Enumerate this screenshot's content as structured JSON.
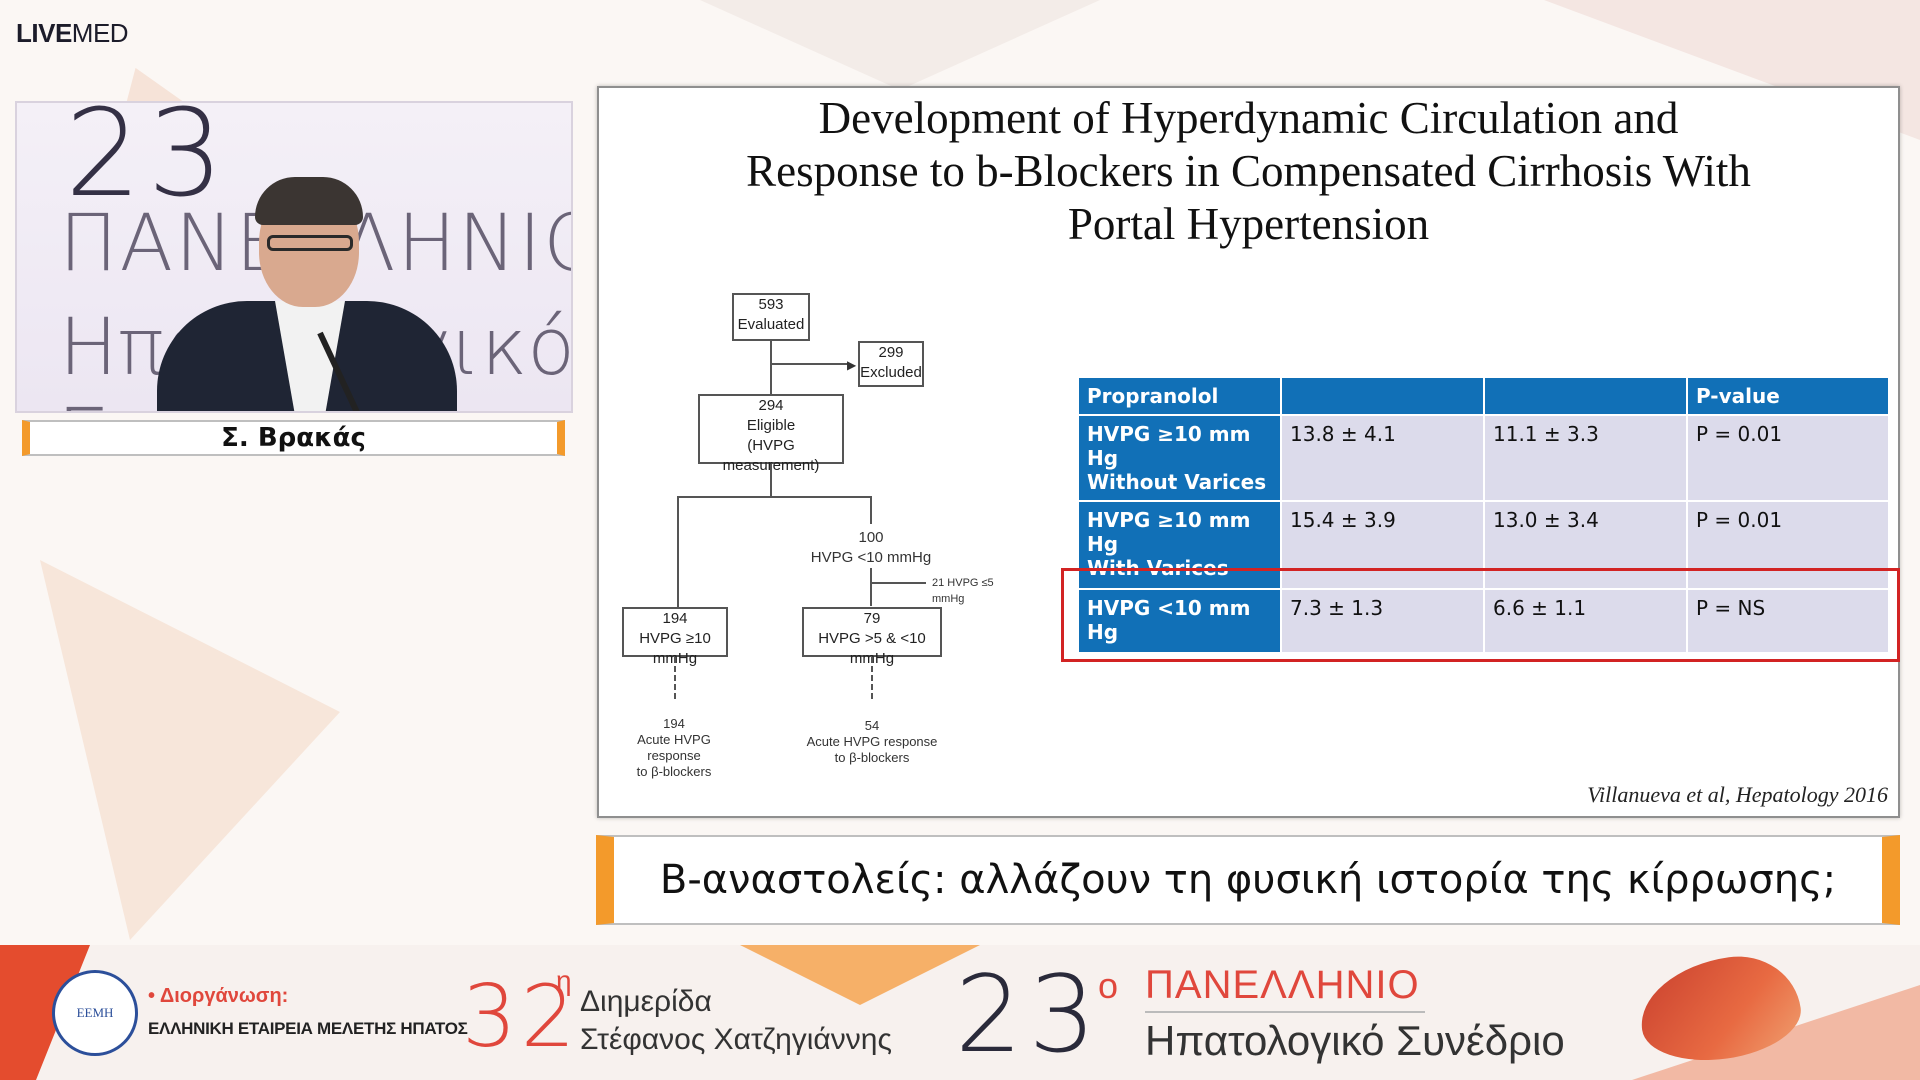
{
  "brand": {
    "bold": "LIVE",
    "regular": "MED"
  },
  "video": {
    "bg_number": "23",
    "bg_line1": "ΠΑΝΕΛΛΗΝΙΟ",
    "bg_line2": "Ηπατολογικό Συ"
  },
  "speaker": {
    "name": "Σ. Βρακάς"
  },
  "slide": {
    "title_line1": "Development of Hyperdynamic Circulation and",
    "title_line2": "Response to b-Blockers in Compensated Cirrhosis With",
    "title_line3": "Portal Hypertension",
    "citation": "Villanueva et al,  Hepatology 2016",
    "flow": {
      "evaluated_n": "593",
      "evaluated_label": "Evaluated",
      "excluded_n": "299",
      "excluded_label": "Excluded",
      "eligible_n": "294",
      "eligible_label": "Eligible",
      "eligible_sub": "(HVPG measurement)",
      "low_n": "100",
      "low_label": "HVPG <10 mmHg",
      "side_note": "21 HVPG ≤5 mmHg",
      "high_n": "194",
      "high_label": "HVPG ≥10 mmHg",
      "mid_n": "79",
      "mid_label": "HVPG >5 & <10 mmHg",
      "high_out_n": "194",
      "high_out_1": "Acute HVPG response",
      "high_out_2": "to β-blockers",
      "mid_out_n": "54",
      "mid_out_1": "Acute HVPG response",
      "mid_out_2": "to β-blockers"
    },
    "table": {
      "headers": [
        "Propranolol",
        "",
        "",
        "P-value"
      ],
      "rows": [
        {
          "label1": "HVPG ≥10 mm Hg",
          "label2": "Without Varices",
          "c1": "13.8 ± 4.1",
          "c2": "11.1 ± 3.3",
          "c3": "P = 0.01"
        },
        {
          "label1": "HVPG ≥10 mm Hg",
          "label2": "With Varices",
          "c1": "15.4 ± 3.9",
          "c2": "13.0 ± 3.4",
          "c3": "P = 0.01"
        },
        {
          "label1": "HVPG <10 mm Hg",
          "label2": "",
          "c1": "7.3 ± 1.3",
          "c2": "6.6 ± 1.1",
          "c3": "P = NS"
        }
      ]
    }
  },
  "caption": "Β-αναστολείς: αλλάζουν τη φυσική ιστορία της κίρρωσης;",
  "footer": {
    "logo_text": "ΕΕΜΗ",
    "org_label": "• Διοργάνωση:",
    "org_name": "ΕΛΛΗΝΙΚΗ ΕΤΑΙΡΕΙΑ ΜΕΛΕΤΗΣ ΗΠΑΤΟΣ",
    "num32": "32",
    "num32_sup": "η",
    "dimer": "Διημερίδα",
    "stefanos": "Στέφανος Χατζηγιάννης",
    "num23": "23",
    "num23_sup": "ο",
    "panel": "ΠΑΝΕΛΛΗΝΙΟ",
    "hepato": "Ηπατολογικό Συνέδριο"
  },
  "colors": {
    "accent_orange": "#f39a2b",
    "table_blue": "#1170b7",
    "highlight_red": "#d22323",
    "brand_red": "#e0473c"
  }
}
